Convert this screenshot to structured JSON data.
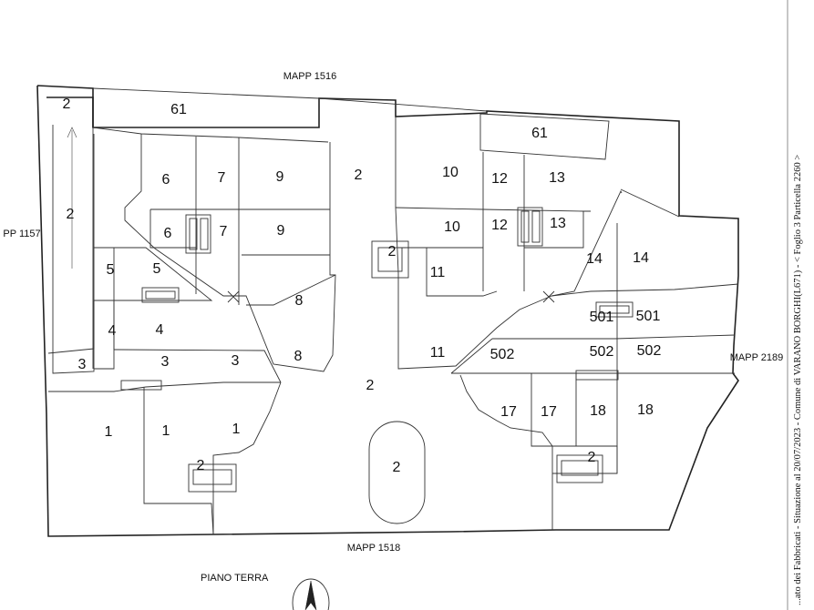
{
  "plan": {
    "floor_title": "PIANO TERRA",
    "side_note": "...ato dei Fabbricati - Situazione al 20/07/2023 - Comune di VARANO BORGHI(L671) - < Foglio 3 Particella 2260 >",
    "neighbors": {
      "top": "MAPP 1516",
      "bottom": "MAPP 1518",
      "right": "MAPP 2189",
      "left": "PP 1157"
    },
    "units": [
      {
        "label": "2"
      },
      {
        "label": "61"
      },
      {
        "label": "2"
      },
      {
        "label": "6"
      },
      {
        "label": "7"
      },
      {
        "label": "9"
      },
      {
        "label": "2"
      },
      {
        "label": "10"
      },
      {
        "label": "12"
      },
      {
        "label": "13"
      },
      {
        "label": "61"
      },
      {
        "label": "6"
      },
      {
        "label": "7"
      },
      {
        "label": "9"
      },
      {
        "label": "10"
      },
      {
        "label": "12"
      },
      {
        "label": "13"
      },
      {
        "label": "5"
      },
      {
        "label": "5"
      },
      {
        "label": "8"
      },
      {
        "label": "11"
      },
      {
        "label": "14"
      },
      {
        "label": "14"
      },
      {
        "label": "4"
      },
      {
        "label": "4"
      },
      {
        "label": "8"
      },
      {
        "label": "11"
      },
      {
        "label": "501"
      },
      {
        "label": "501"
      },
      {
        "label": "3"
      },
      {
        "label": "3"
      },
      {
        "label": "3"
      },
      {
        "label": "502"
      },
      {
        "label": "502"
      },
      {
        "label": "502"
      },
      {
        "label": "2"
      },
      {
        "label": "17"
      },
      {
        "label": "17"
      },
      {
        "label": "18"
      },
      {
        "label": "18"
      },
      {
        "label": "1"
      },
      {
        "label": "1"
      },
      {
        "label": "1"
      },
      {
        "label": "2"
      },
      {
        "label": "2"
      },
      {
        "label": "2"
      },
      {
        "label": "2"
      }
    ]
  }
}
